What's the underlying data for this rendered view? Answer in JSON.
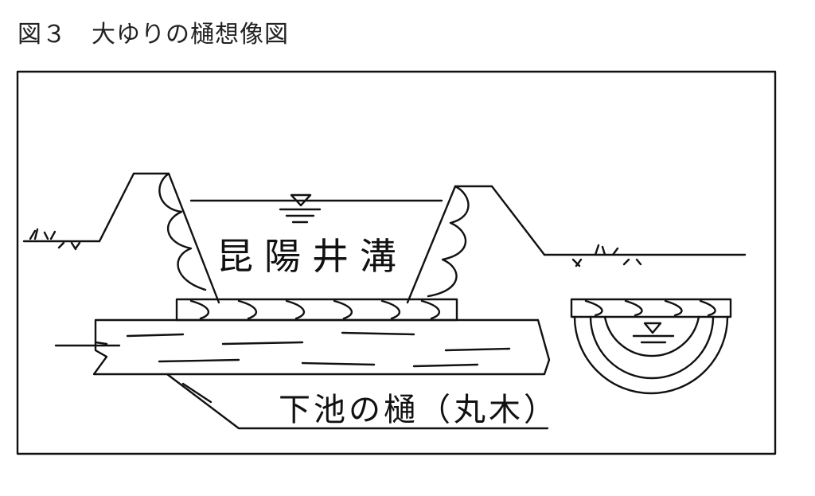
{
  "figure": {
    "title": "図３　大ゆりの樋想像図"
  },
  "labels": {
    "channel": "昆陽井溝",
    "pipe": "下池の樋（丸木）"
  },
  "colors": {
    "ink": "#111111",
    "paper": "#ffffff"
  }
}
